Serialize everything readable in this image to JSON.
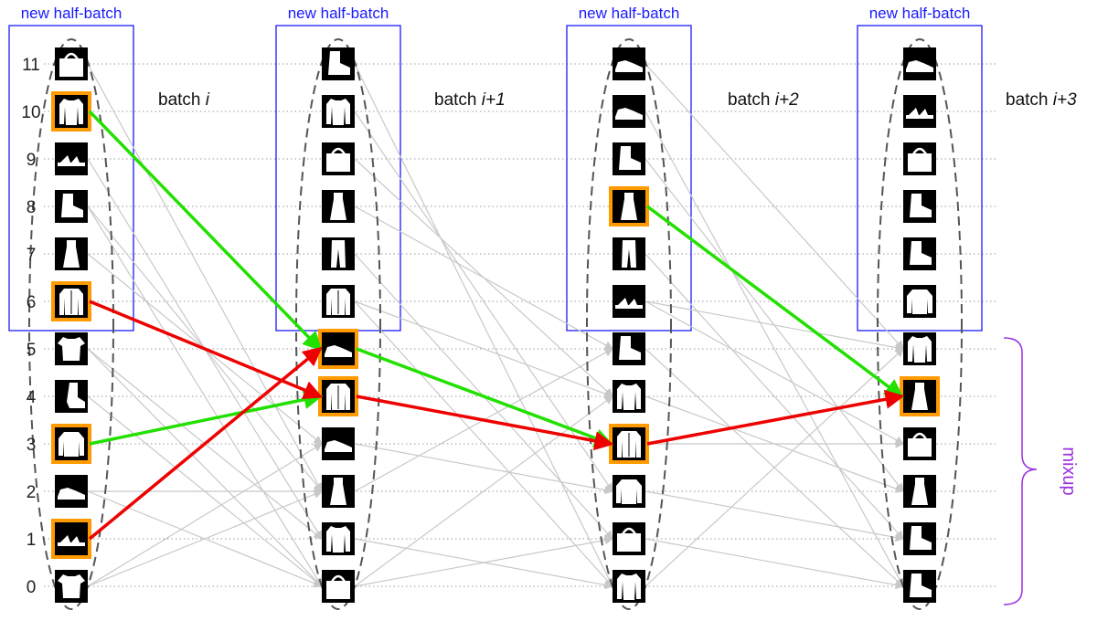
{
  "header_label": "new half-batch",
  "row_labels": [
    "0",
    "1",
    "2",
    "3",
    "4",
    "5",
    "6",
    "7",
    "8",
    "9",
    "10",
    "11"
  ],
  "batches": [
    {
      "prefix": "batch ",
      "suffix": "i"
    },
    {
      "prefix": "batch ",
      "suffix": "i+1"
    },
    {
      "prefix": "batch ",
      "suffix": "i+2"
    },
    {
      "prefix": "batch ",
      "suffix": "i+3"
    }
  ],
  "mixup_label": "mixup",
  "colors": {
    "half_batch_box": "#1a1aff",
    "highlight": "#ff9a00",
    "green_arrow": "#22e000",
    "red_arrow": "#ee0000",
    "gray_arrow": "#c8c8c8",
    "brace": "#9b30e0"
  },
  "icons": [
    [
      "tshirt-icon",
      "sandal-icon",
      "sneaker-icon",
      "pullover-icon",
      "boot-icon",
      "tshirt-icon",
      "coat-icon",
      "dress-icon",
      "ankle-boot-icon",
      "sandal-icon",
      "shirt-icon",
      "bag-icon"
    ],
    [
      "bag-icon",
      "shirt-icon",
      "dress-icon",
      "sneaker-icon",
      "coat-icon",
      "sneaker-icon",
      "coat-icon",
      "trouser-icon",
      "dress-icon",
      "bag-icon",
      "shirt-icon",
      "ankle-boot-icon"
    ],
    [
      "shirt-icon",
      "bag-icon",
      "pullover-icon",
      "coat-icon",
      "shirt-icon",
      "ankle-boot-icon",
      "sandal-icon",
      "trouser-icon",
      "dress-icon",
      "ankle-boot-icon",
      "sneaker-icon",
      "sneaker-icon"
    ],
    [
      "ankle-boot-icon",
      "ankle-boot-icon",
      "dress-icon",
      "bag-icon",
      "dress-icon",
      "shirt-icon",
      "pullover-icon",
      "ankle-boot-icon",
      "ankle-boot-icon",
      "bag-icon",
      "sandal-icon",
      "sneaker-icon"
    ]
  ],
  "highlights": [
    [
      1,
      3,
      6,
      10
    ],
    [
      4,
      5
    ],
    [
      3,
      8
    ],
    [
      4
    ]
  ],
  "green_arrows": [
    [
      0,
      10,
      1,
      5
    ],
    [
      1,
      5,
      2,
      3
    ],
    [
      0,
      3,
      1,
      4
    ],
    [
      2,
      8,
      3,
      4
    ]
  ],
  "red_arrows": [
    [
      0,
      6,
      1,
      4
    ],
    [
      1,
      4,
      2,
      3
    ],
    [
      0,
      1,
      1,
      5
    ],
    [
      2,
      3,
      3,
      4
    ]
  ],
  "gray_arrows": [
    [
      0,
      0,
      1,
      2
    ],
    [
      0,
      2,
      1,
      2
    ],
    [
      0,
      4,
      1,
      0
    ],
    [
      0,
      5,
      1,
      1
    ],
    [
      0,
      7,
      1,
      3
    ],
    [
      0,
      8,
      1,
      0
    ],
    [
      0,
      9,
      1,
      1
    ],
    [
      0,
      11,
      1,
      2
    ],
    [
      0,
      0,
      1,
      3
    ],
    [
      0,
      2,
      1,
      0
    ],
    [
      0,
      5,
      1,
      0
    ],
    [
      0,
      8,
      1,
      2
    ],
    [
      1,
      0,
      2,
      1
    ],
    [
      1,
      0,
      2,
      4
    ],
    [
      1,
      1,
      2,
      0
    ],
    [
      1,
      2,
      2,
      5
    ],
    [
      1,
      3,
      2,
      2
    ],
    [
      1,
      6,
      2,
      0
    ],
    [
      1,
      7,
      2,
      1
    ],
    [
      1,
      8,
      2,
      5
    ],
    [
      1,
      9,
      2,
      4
    ],
    [
      1,
      10,
      2,
      2
    ],
    [
      1,
      11,
      2,
      0
    ],
    [
      1,
      6,
      2,
      4
    ],
    [
      2,
      0,
      3,
      5
    ],
    [
      2,
      1,
      3,
      0
    ],
    [
      2,
      2,
      3,
      1
    ],
    [
      2,
      4,
      3,
      2
    ],
    [
      2,
      5,
      3,
      0
    ],
    [
      2,
      6,
      3,
      3
    ],
    [
      2,
      7,
      3,
      1
    ],
    [
      2,
      9,
      3,
      2
    ],
    [
      2,
      10,
      3,
      0
    ],
    [
      2,
      11,
      3,
      5
    ],
    [
      2,
      3,
      3,
      3
    ],
    [
      2,
      6,
      3,
      5
    ]
  ]
}
